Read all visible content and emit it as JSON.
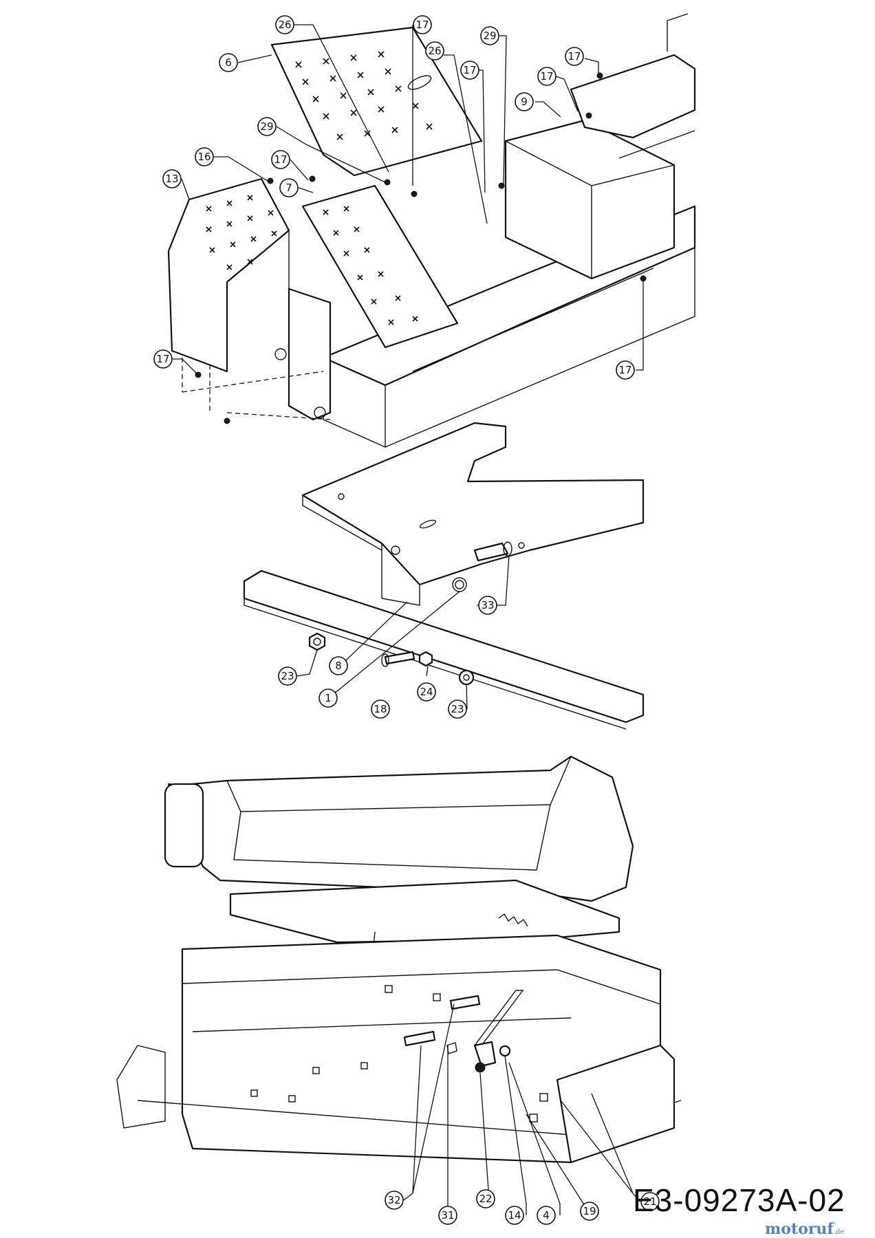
{
  "drawing_number": "E3-09273A-02",
  "watermark": {
    "brand": "motoruf",
    "tld": ".de"
  },
  "callouts_top": [
    "26",
    "17",
    "6",
    "26",
    "29",
    "17",
    "17",
    "17",
    "9",
    "29",
    "16",
    "17",
    "13",
    "7",
    "17",
    "17"
  ],
  "callouts_middle": [
    "33",
    "23",
    "8",
    "1",
    "18",
    "24",
    "23"
  ],
  "callouts_bottom": [
    "32",
    "31",
    "22",
    "14",
    "4",
    "19",
    "21"
  ]
}
